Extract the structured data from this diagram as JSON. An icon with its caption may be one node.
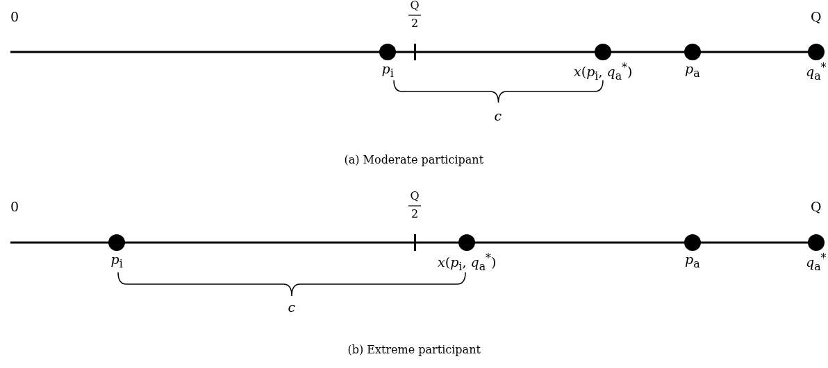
{
  "diagram": {
    "nodes": [
      {
        "text": [],
        "shape": "circle",
        "beside": [
          "*p*$_{i}$"
        ]
      },
      {
        "text": [],
        "shape": "bar",
        "beside": [
          "Q",
          "2"
        ]
      },
      {
        "text": [],
        "shape": "circle",
        "beside": [
          "*x*(*p*$_{i}$, *q*$_{a}$$^{*}$)"
        ]
      },
      {
        "text": [],
        "shape": "circle",
        "beside": [
          "*p*$_{a}$"
        ]
      },
      {
        "text": [],
        "shape": "circle",
        "beside": [
          "*q*$_{a}$$^{*}$"
        ]
      },
      {
        "text": [],
        "shape": "circle",
        "beside": [
          "*p*$_{i}$"
        ]
      },
      {
        "text": [],
        "shape": "bar",
        "beside": [
          "Q",
          "2"
        ]
      },
      {
        "text": [],
        "shape": "circle",
        "beside": [
          "*x*(*p*$_{i}$, *q*$_{a}$$^{*}$)"
        ]
      },
      {
        "text": [],
        "shape": "circle",
        "beside": [
          "*p*$_{a}$"
        ]
      },
      {
        "text": [],
        "shape": "circle",
        "beside": [
          "*q*$_{a}$$^{*}$"
        ]
      }
    ],
    "labels": [
      "0",
      "Q",
      "*c*",
      "(a) Moderate participant",
      "0",
      "Q",
      "*c*",
      "(b) Extreme participant"
    ]
  }
}
